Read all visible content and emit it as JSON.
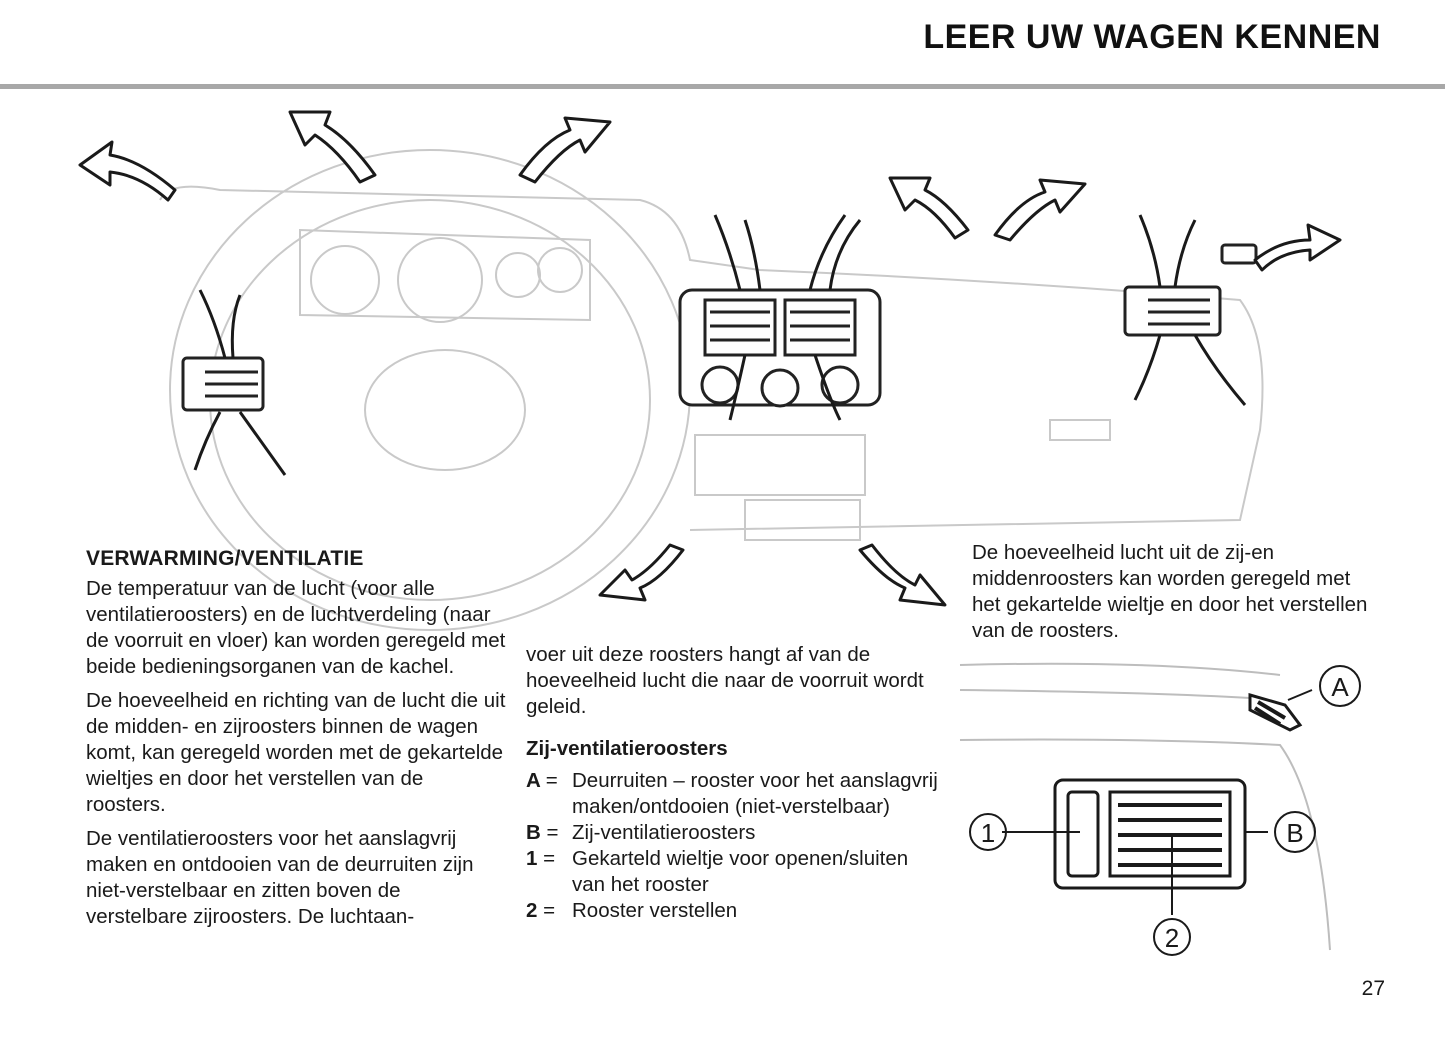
{
  "header": {
    "title": "LEER UW WAGEN KENNEN"
  },
  "left": {
    "heading": "VERWARMING/VENTILATIE",
    "paragraphs": [
      "De temperatuur van de lucht (voor alle ventilatieroosters) en de luchtverdeling (naar de voorruit en vloer) kan worden geregeld met beide bedieningsorganen van de kachel.",
      "De hoeveelheid en richting van de lucht die uit de midden- en zijroosters binnen de wagen komt, kan geregeld worden met de gekartelde wieltjes en door het verstellen van de roosters.",
      "De ventilatieroosters voor het aanslagvrij maken en ontdooien van de deurruiten zijn niet-verstelbaar en zitten boven de verstelbare zijroosters. De luchtaan-"
    ]
  },
  "middle": {
    "continuation": "voer uit deze roosters hangt af van de hoeveelheid lucht die naar de voorruit wordt geleid.",
    "subheading": "Zij-ventilatieroosters",
    "legend": [
      {
        "key": "A",
        "text": "Deurruiten – rooster voor het aanslagvrij maken/ontdooien (niet-verstelbaar)"
      },
      {
        "key": "B",
        "text": "Zij-ventilatieroosters"
      },
      {
        "key": "1",
        "text": "Gekarteld wieltje voor openen/sluiten van het rooster"
      },
      {
        "key": "2",
        "text": "Rooster verstellen"
      }
    ]
  },
  "right": {
    "paragraph": "De hoeveelheid lucht uit de zij-en middenroosters kan worden geregeld met het gekartelde wieltje en door het verstellen van de roosters."
  },
  "diagram_labels": {
    "a": "A",
    "b": "B",
    "one": "1",
    "two": "2"
  },
  "page_number": "27"
}
